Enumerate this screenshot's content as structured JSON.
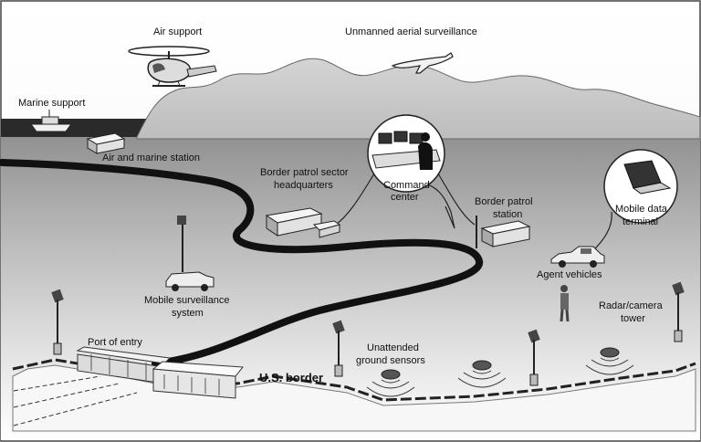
{
  "labels": {
    "air_support": "Air support",
    "uav": "Unmanned aerial surveillance",
    "marine_support": "Marine support",
    "air_marine_station": "Air and marine station",
    "sector_hq_line1": "Border patrol sector",
    "sector_hq_line2": "headquarters",
    "command_center_line1": "Command",
    "command_center_line2": "center",
    "bp_station_line1": "Border patrol",
    "bp_station_line2": "station",
    "mobile_data_line1": "Mobile data",
    "mobile_data_line2": "terminal",
    "agent_vehicles": "Agent vehicles",
    "mobile_surv_line1": "Mobile surveillance",
    "mobile_surv_line2": "system",
    "radar_line1": "Radar/camera",
    "radar_line2": "tower",
    "port_of_entry": "Port of entry",
    "us_border": "U.S. border",
    "sensors_line1": "Unattended",
    "sensors_line2": "ground sensors"
  }
}
